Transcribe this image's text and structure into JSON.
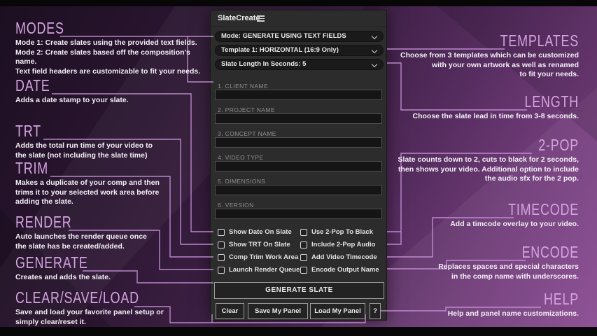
{
  "panel": {
    "title": "SlateCreate",
    "dropdowns": [
      {
        "label": "Mode: GENERATE USING TEXT FIELDS"
      },
      {
        "label": "Template 1: HORIZONTAL (16:9 Only)"
      },
      {
        "label": "Slate Length In Seconds: 5"
      }
    ],
    "fields": [
      {
        "label": "1. CLIENT NAME",
        "value": ""
      },
      {
        "label": "2. PROJECT NAME",
        "value": ""
      },
      {
        "label": "3. CONCEPT NAME",
        "value": ""
      },
      {
        "label": "4. VIDEO TYPE",
        "value": ""
      },
      {
        "label": "5. DIMENSIONS",
        "value": ""
      },
      {
        "label": "6. VERSION",
        "value": ""
      }
    ],
    "checkboxes_left": [
      {
        "label": "Show Date On Slate",
        "checked": false
      },
      {
        "label": "Show TRT On Slate",
        "checked": false
      },
      {
        "label": "Comp Trim Work Area",
        "checked": false
      },
      {
        "label": "Launch Render Queue",
        "checked": false
      }
    ],
    "checkboxes_right": [
      {
        "label": "Use 2-Pop To Black",
        "checked": false
      },
      {
        "label": "Include 2-Pop Audio",
        "checked": false
      },
      {
        "label": "Add Video Timecode",
        "checked": false
      },
      {
        "label": "Encode Output Name",
        "checked": false
      }
    ],
    "generate_button": "GENERATE SLATE",
    "footer_buttons": {
      "clear": "Clear",
      "save": "Save My Panel",
      "load": "Load My Panel",
      "help": "?"
    }
  },
  "annotations_left": [
    {
      "title": "MODES",
      "text": "Mode 1: Create slates using the provided text fields.\nMode 2: Create slates based off the composition's name.\nText field headers are customizable to fit your needs."
    },
    {
      "title": "DATE",
      "text": "Adds a date stamp to your slate."
    },
    {
      "title": "TRT",
      "text": "Adds the total run time of your video to\nthe slate (not including the slate time)"
    },
    {
      "title": "TRIM",
      "text": "Makes a duplicate of your comp and then\ntrims it to your selected work area before\nadding the slate."
    },
    {
      "title": "RENDER",
      "text": "Auto launches the render queue once\nthe slate has be created/added."
    },
    {
      "title": "GENERATE",
      "text": "Creates and adds the slate."
    },
    {
      "title": "CLEAR/SAVE/LOAD",
      "text": "Save and load your favorite panel setup or\nsimply clear/reset it."
    }
  ],
  "annotations_right": [
    {
      "title": "TEMPLATES",
      "text": "Choose from 3 templates which can be customized\nwith your own artwork as well as renamed\nto fit your needs."
    },
    {
      "title": "LENGTH",
      "text": "Choose the slate lead in time from 3-8 seconds."
    },
    {
      "title": "2-POP",
      "text": "Slate counts down to 2, cuts to black for 2 seconds,\nthen shows your video. Additional option to include\nthe audio sfx for the 2 pop."
    },
    {
      "title": "TIMECODE",
      "text": "Add a timcode overlay to your video."
    },
    {
      "title": "ENCODE",
      "text": "Replaces spaces and special characters\nin the comp name with underscores."
    },
    {
      "title": "HELP",
      "text": "Help and panel name customizations."
    }
  ],
  "colors": {
    "accent_heading": "#d5a3e0",
    "connector_line": "#c893d8",
    "panel_bg": "#2c2c2c",
    "background_dark": "#1c0f21",
    "background_bright": "#8a4a92"
  }
}
